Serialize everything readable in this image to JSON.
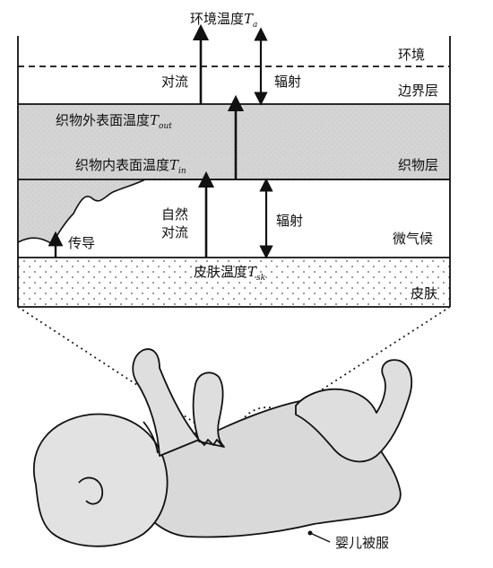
{
  "labels": {
    "ambient": {
      "text": "环境温度",
      "sym": "T",
      "sub": "a"
    },
    "environment": "环境",
    "boundary": "边界层",
    "convection_top": "对流",
    "radiation_top": "辐射",
    "outer_surface": {
      "text": "织物外表面温度",
      "sym": "T",
      "sub": "out"
    },
    "inner_surface": {
      "text": "织物内表面温度",
      "sym": "T",
      "sub": "in"
    },
    "fabric": "织物层",
    "natural": "自然",
    "convection_mid": "对流",
    "radiation_mid": "辐射",
    "conduction": "传导",
    "microclimate": "微气候",
    "skin_temp": {
      "text": "皮肤温度",
      "sym": "T",
      "sub": "sk"
    },
    "skin": "皮肤",
    "sleepwear": "婴儿被服"
  },
  "colors": {
    "fabric_fill": "#d4d4d4",
    "baby_fill": "#dcdcdc",
    "line": "#111111"
  }
}
